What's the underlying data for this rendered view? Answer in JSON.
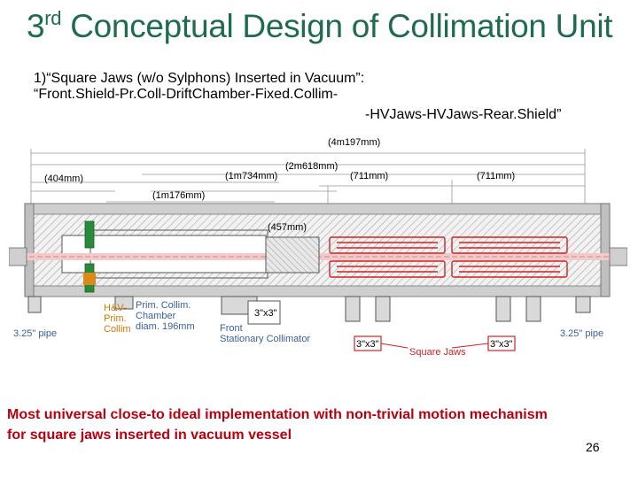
{
  "slide": {
    "title_prefix": "3",
    "title_sup": "rd",
    "title_rest": " Conceptual Design of Collimation Unit",
    "subtitle_line1": "1)“Square Jaws (w/o Sylphons) Inserted in Vacuum”:",
    "subtitle_line2": "“Front.Shield-Pr.Coll-DriftChamber-Fixed.Collim-",
    "subtitle_line3": "-HVJaws-HVJaws-Rear.Shield”",
    "caption_line1": "Most universal close-to ideal implementation with non-trivial motion mechanism",
    "caption_line2": "for square jaws inserted in vacuum vessel",
    "page_number": "26"
  },
  "diagram": {
    "dimensions": {
      "total": "(4m197mm)",
      "mid": "(2m618mm)",
      "front": "(1m734mm)",
      "shield": "(404mm)",
      "drift": "(1m176mm)",
      "jaw1": "(711mm)",
      "jaw2": "(711mm)",
      "fixed": "(457mm)"
    },
    "labels": {
      "pipe_left": "3.25\" pipe",
      "pipe_right": "3.25\" pipe",
      "hv_prim": "H&V-\nPrim.\nCollim",
      "prim_collim": "Prim. Collim.\nChamber\ndiam. 196mm",
      "box_left": "3\"x3\"",
      "front_stat": "Front\nStationary Collimator",
      "box_mid": "3\"x3\"",
      "box_right": "3\"x3\"",
      "square_jaws": "Square Jaws"
    },
    "colors": {
      "title": "#1f6b4e",
      "caption": "#b8000f",
      "jaw_red": "#d42020",
      "orange_label": "#c87a00",
      "steel": "#888888",
      "green_part": "#2a8a3a",
      "beam_pink": "#f3c9c9"
    }
  }
}
